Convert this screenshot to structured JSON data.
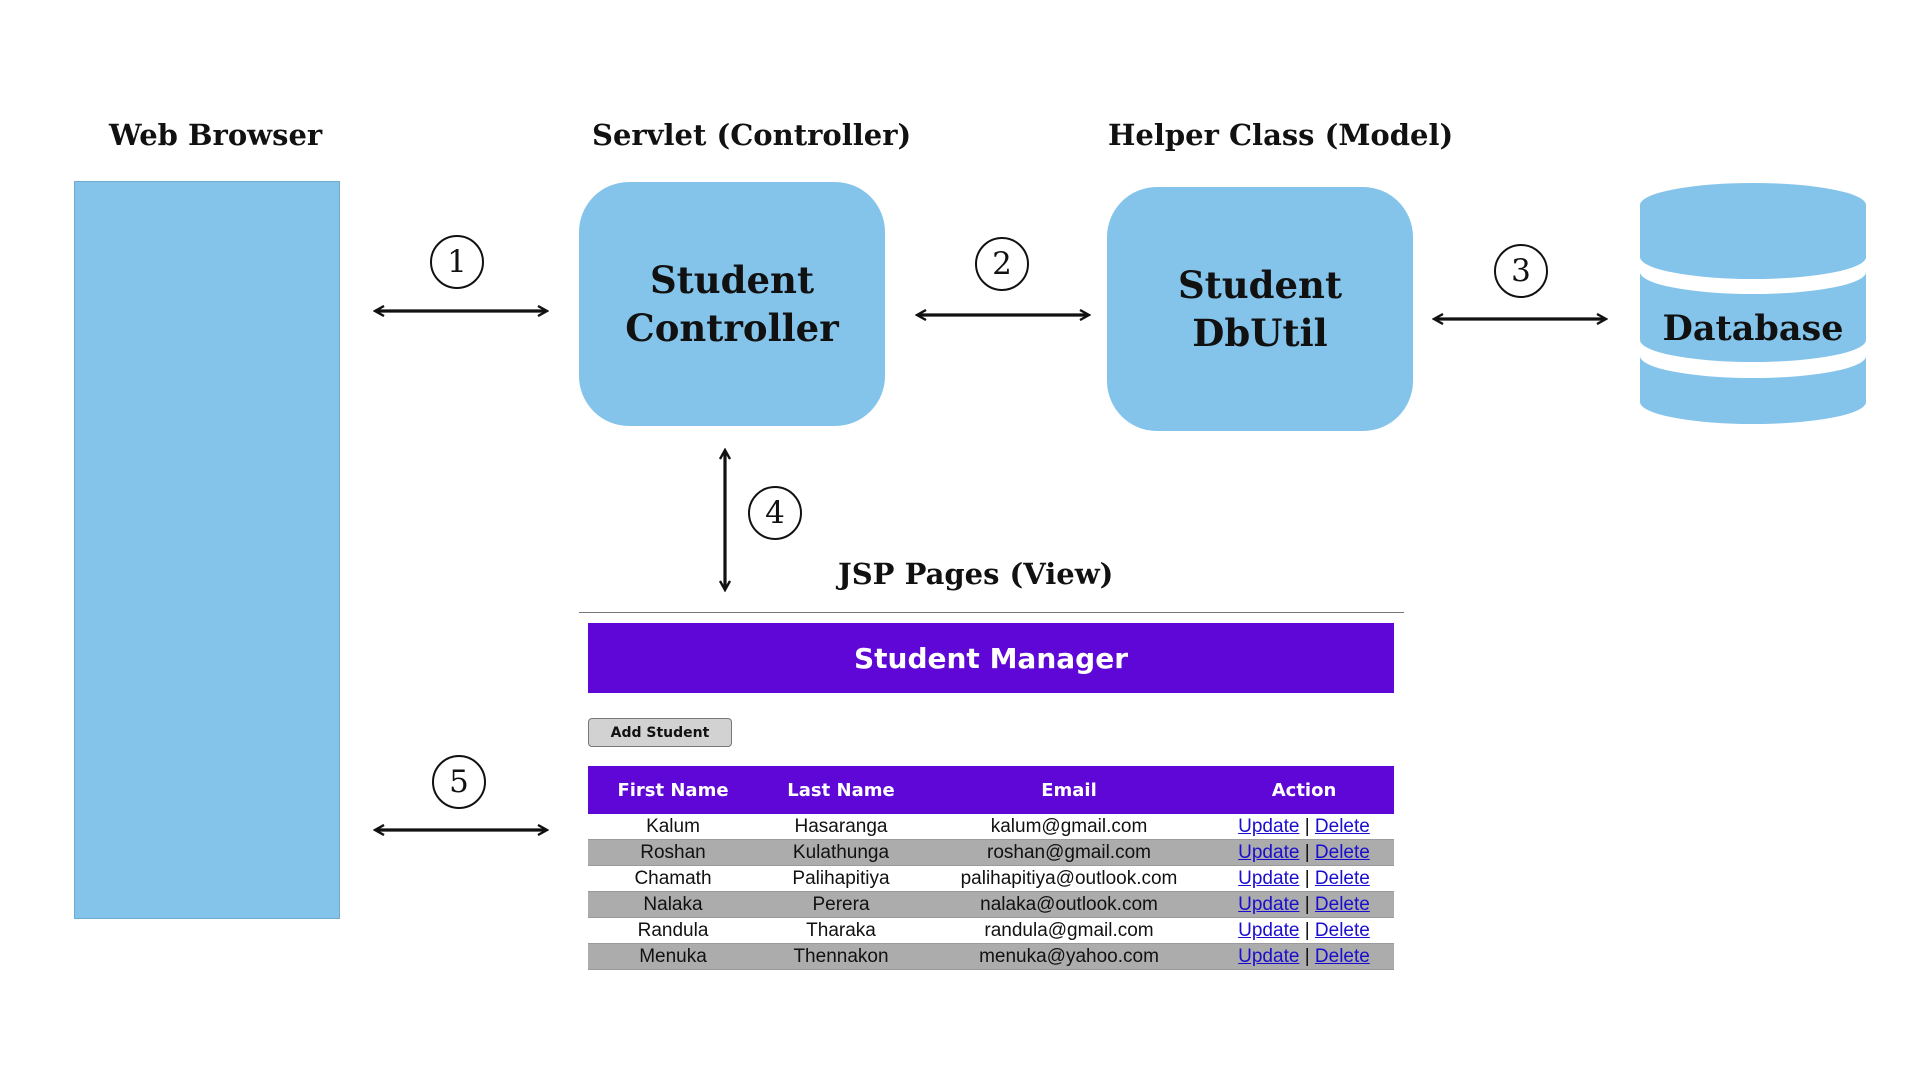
{
  "headings": {
    "web_browser": "Web Browser",
    "servlet": "Servlet (Controller)",
    "helper": "Helper Class (Model)",
    "jsp": "JSP Pages (View)"
  },
  "boxes": {
    "controller": [
      "Student",
      "Controller"
    ],
    "dbutil": [
      "Student",
      "DbUtil"
    ],
    "database": "Database"
  },
  "steps": [
    "1",
    "2",
    "3",
    "4",
    "5"
  ],
  "view": {
    "title": "Student Manager",
    "add_button": "Add Student",
    "columns": [
      "First Name",
      "Last Name",
      "Email",
      "Action"
    ],
    "rows": [
      [
        "Kalum",
        "Hasaranga",
        "kalum@gmail.com"
      ],
      [
        "Roshan",
        "Kulathunga",
        "roshan@gmail.com"
      ],
      [
        "Chamath",
        "Palihapitiya",
        "palihapitiya@outlook.com"
      ],
      [
        "Nalaka",
        "Perera",
        "nalaka@outlook.com"
      ],
      [
        "Randula",
        "Tharaka",
        "randula@gmail.com"
      ],
      [
        "Menuka",
        "Thennakon",
        "menuka@yahoo.com"
      ]
    ],
    "update_label": "Update",
    "separator": "|",
    "delete_label": "Delete"
  },
  "colors": {
    "box_fill": "#85c4ea",
    "banner": "#5f07d6",
    "alt_row": "#acacac",
    "link": "#1a0dcc"
  }
}
